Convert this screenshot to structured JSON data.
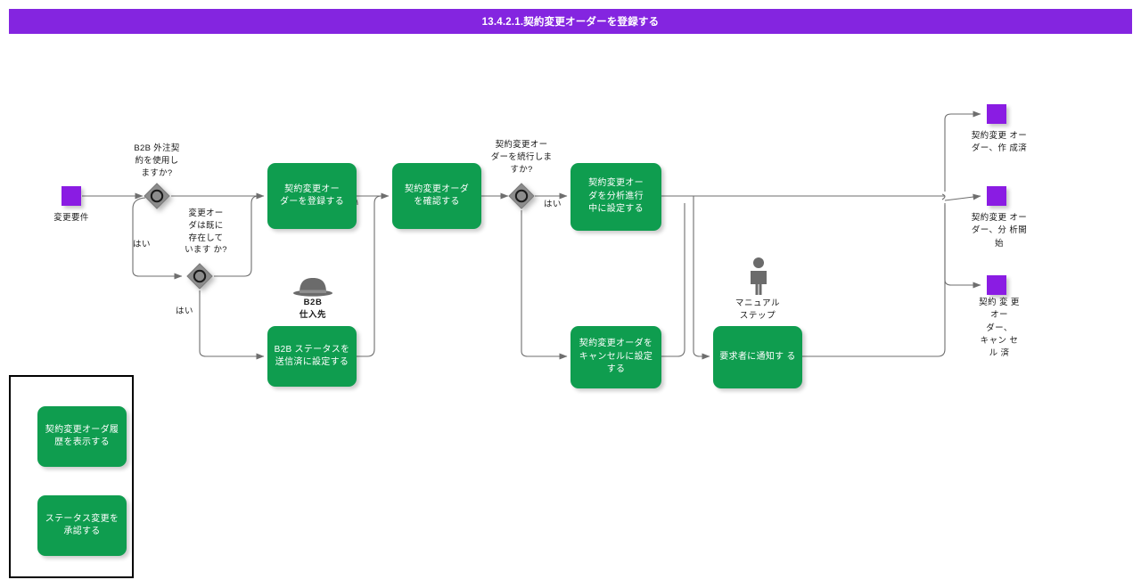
{
  "header": {
    "title": "13.4.2.1.契約変更オーダーを登録する",
    "bar_color": "#8425E0",
    "text_color": "#FFFFFF"
  },
  "theme": {
    "task_fill": "#0F9D4F",
    "task_text": "#FFFFFF",
    "event_fill": "#8A1CE3",
    "gateway_fill": "#8C8C8C",
    "gateway_stroke": "#5A5A5A",
    "connector": "#6E6E6E",
    "artifact_gray": "#6B6B6B",
    "legend_border": "#000000",
    "canvas": "#FFFFFF"
  },
  "events": [
    {
      "name": "start-event",
      "label": "変更要件",
      "kind": "start"
    },
    {
      "name": "end-event-created",
      "label": "契約変更 オー\nダー、作 成済",
      "kind": "end"
    },
    {
      "name": "end-event-analysis-started",
      "label": "契約変更 オー\nダー、分 析開\n始",
      "kind": "end"
    },
    {
      "name": "end-event-cancelled",
      "label": "契約 変 更\nオー\nダー、\nキャン セ\nル 済",
      "kind": "end"
    }
  ],
  "gateways": [
    {
      "name": "gateway-b2b-outsourcing",
      "label": "B2B 外注契\n約を使用し\nますか?"
    },
    {
      "name": "gateway-order-exists",
      "label": "変更オー\nダは既に\n存在して\nいます か?"
    },
    {
      "name": "gateway-continue-order",
      "label": "契約変更オー\nダーを続行しま\nすか?"
    }
  ],
  "tasks": [
    {
      "name": "task-register-change-order",
      "label": "契約変更オー\nダーを登録する"
    },
    {
      "name": "task-confirm-change-order",
      "label": "契約変更オーダ\nを確認する"
    },
    {
      "name": "task-set-b2b-status-sent",
      "label": "B2B ステータスを\n送信済に設定する"
    },
    {
      "name": "task-set-analysis-in-progress",
      "label": "契約変更オー\nダを分析進行\n中に設定する"
    },
    {
      "name": "task-set-order-cancelled",
      "label": "契約変更オーダを\nキャンセルに設定\nする"
    },
    {
      "name": "task-notify-requester",
      "label": "要求者に通知す る"
    }
  ],
  "artifacts": [
    {
      "name": "b2b-supplier-artifact",
      "icon": "bowler-hat-icon",
      "label": "B2B\n仕入先"
    },
    {
      "name": "manual-step-artifact",
      "icon": "person-icon",
      "label": "マニュアル\nステップ"
    }
  ],
  "flow_labels": [
    {
      "name": "flow-label-yes-1",
      "text": "はい"
    },
    {
      "name": "flow-label-yes-2",
      "text": "はい"
    },
    {
      "name": "flow-label-yes-3",
      "text": "はい"
    }
  ],
  "legend": {
    "name": "legend-box",
    "items": [
      {
        "name": "legend-task-view-history",
        "label": "契約変更オーダ履\n歴を表示する"
      },
      {
        "name": "legend-task-approve-status-change",
        "label": "ステータス変更を\n承認する"
      }
    ]
  }
}
